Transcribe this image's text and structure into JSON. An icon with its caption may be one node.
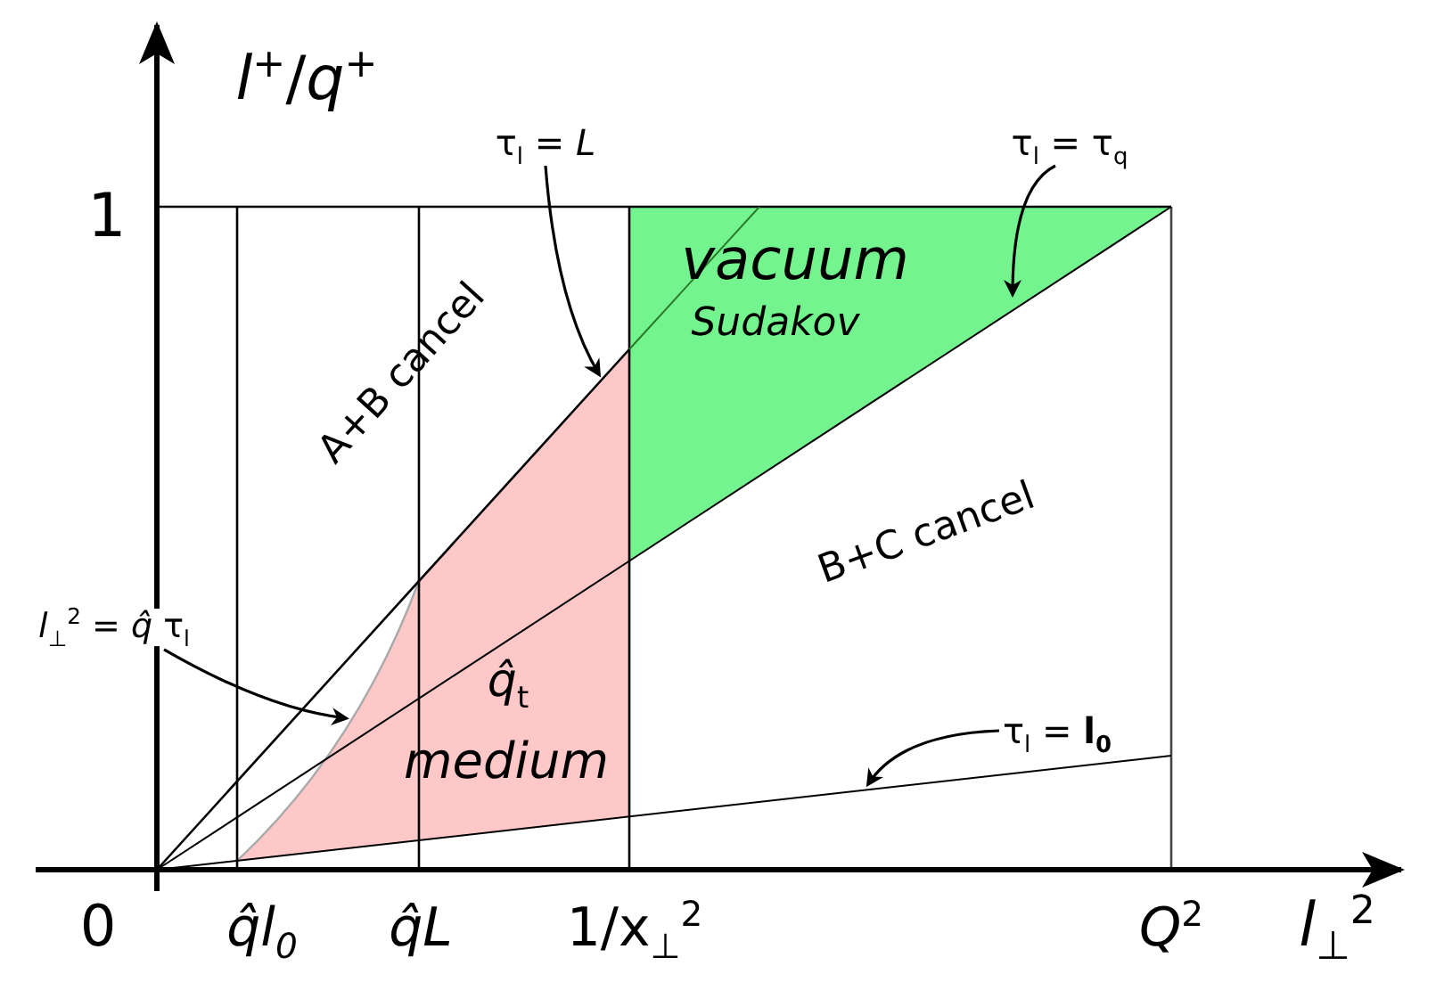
{
  "diagram": {
    "nodes": [
      {
        "text": [
          "τ$_{l}$ = *L*"
        ]
      },
      {
        "text": [
          "τ$_{l}$ = τ$_{q}$"
        ]
      },
      {
        "text": [
          "*l*$_{⊥}$$^{2}$ = *q̂* τ$_{l}$"
        ]
      },
      {
        "text": [
          "τ$_{l}$ =  **l$_{0}$**"
        ]
      }
    ],
    "edges": [
      {
        "from": 0,
        "to": null,
        "arrow": "to"
      },
      {
        "from": 1,
        "to": null,
        "arrow": "to"
      },
      {
        "from": 2,
        "to": null,
        "arrow": "to"
      },
      {
        "from": 3,
        "to": null,
        "arrow": "to"
      }
    ],
    "labels": [
      "*l*$^{+}$/*q*$^{+}$",
      "1",
      "A+B cancel",
      "vacuum",
      "Sudakov",
      "B+C cancel",
      "*q̂*$_{t}$",
      "medium",
      "0",
      "*q̂l$_{0}$*",
      "*q̂L*",
      "1/x$_{⊥}$$^{2}$",
      "*Q*$^{2}$",
      "*l*$_{⊥}$$^{2}$"
    ]
  }
}
